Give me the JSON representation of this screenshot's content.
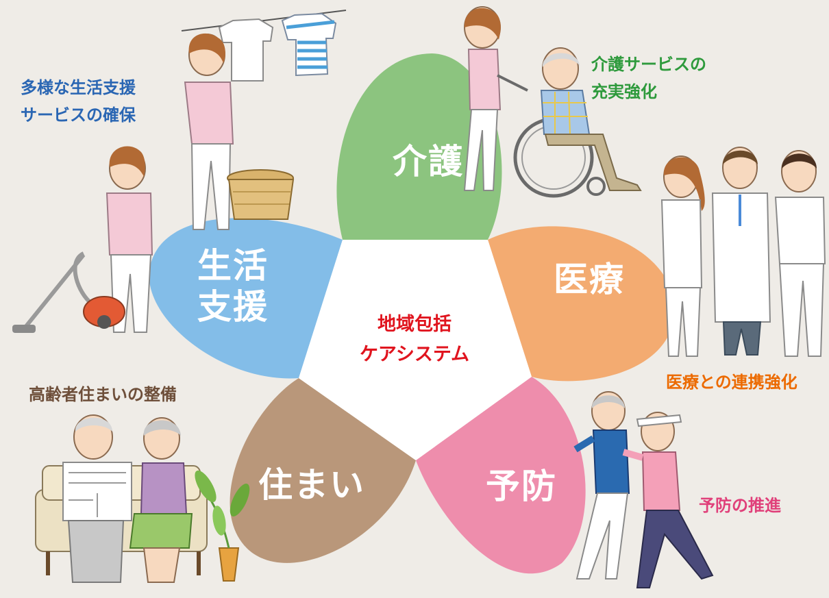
{
  "center": {
    "line1": "地域包括",
    "line2": "ケアシステム"
  },
  "petals": {
    "kaigo": {
      "label": "介護",
      "color": "#8cc47f"
    },
    "iryo": {
      "label": "医療",
      "color": "#f3ab71"
    },
    "yobo": {
      "label": "予防",
      "color": "#ee8dac"
    },
    "sumai": {
      "label": "住まい",
      "color": "#b9977a"
    },
    "seikatsu": {
      "line1": "生活",
      "line2": "支援",
      "color": "#83bde8"
    }
  },
  "captions": {
    "seikatsu": {
      "line1": "多様な生活支援",
      "line2": "サービスの確保",
      "color": "#2a66b3"
    },
    "kaigo": {
      "line1": "介護サービスの",
      "line2": "充実強化",
      "color": "#2e9a3c"
    },
    "iryo": {
      "text": "医療との連携強化",
      "color": "#ec6a00"
    },
    "sumai": {
      "text": "高齢者住まいの整備",
      "color": "#6e4f3a"
    },
    "yobo": {
      "text": "予防の推進",
      "color": "#e0407a"
    }
  }
}
